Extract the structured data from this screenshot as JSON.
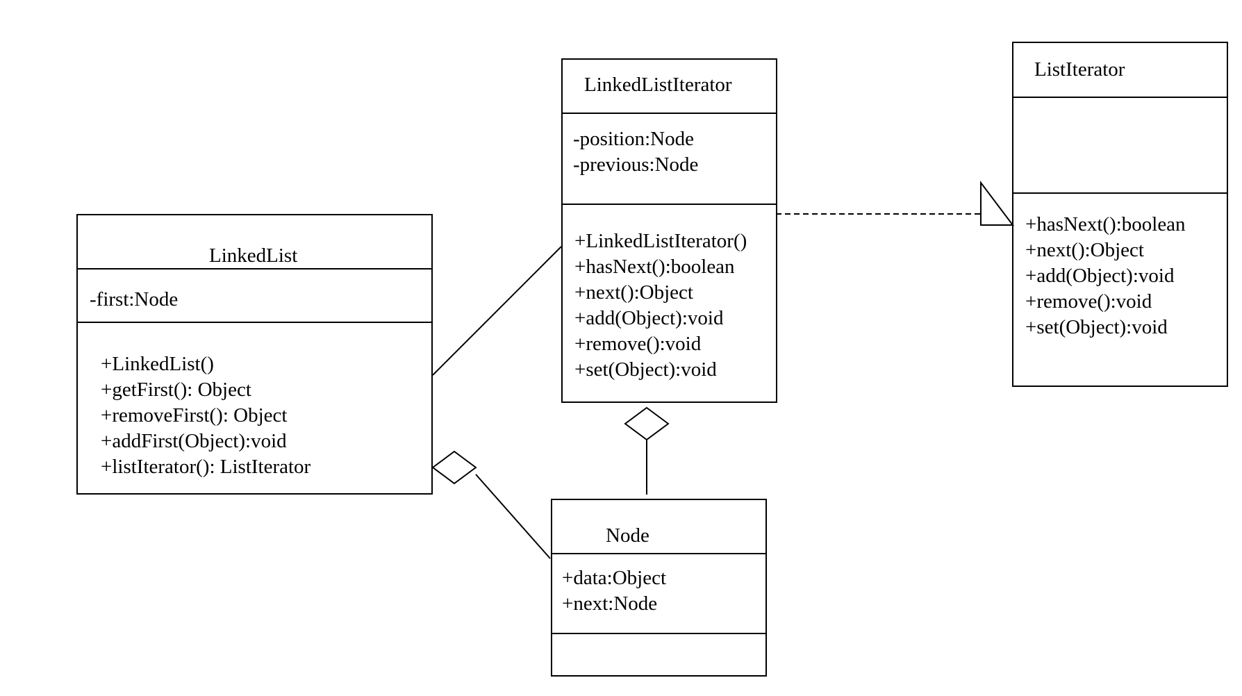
{
  "classes": {
    "linked_list": {
      "name": "LinkedList",
      "attributes": [
        "-first:Node"
      ],
      "methods": [
        "+LinkedList()",
        "+getFirst(): Object",
        "+removeFirst(): Object",
        "+addFirst(Object):void",
        "+listIterator(): ListIterator"
      ]
    },
    "linked_list_iterator": {
      "name": "LinkedListIterator",
      "attributes": [
        "-position:Node",
        "-previous:Node"
      ],
      "methods": [
        "+LinkedListIterator()",
        "+hasNext():boolean",
        "+next():Object",
        "+add(Object):void",
        "+remove():void",
        "+set(Object):void"
      ]
    },
    "list_iterator": {
      "name": "ListIterator",
      "attributes": [],
      "methods": [
        "+hasNext():boolean",
        "+next():Object",
        "+add(Object):void",
        "+remove():void",
        "+set(Object):void"
      ]
    },
    "node": {
      "name": "Node",
      "attributes": [
        "+data:Object",
        "+next:Node"
      ],
      "methods": []
    }
  },
  "relationships": [
    {
      "from": "LinkedList",
      "to": "LinkedListIterator",
      "kind": "association"
    },
    {
      "from": "LinkedListIterator",
      "to": "ListIterator",
      "kind": "realization"
    },
    {
      "from": "LinkedList",
      "to": "Node",
      "kind": "aggregation"
    },
    {
      "from": "LinkedListIterator",
      "to": "Node",
      "kind": "aggregation"
    }
  ]
}
